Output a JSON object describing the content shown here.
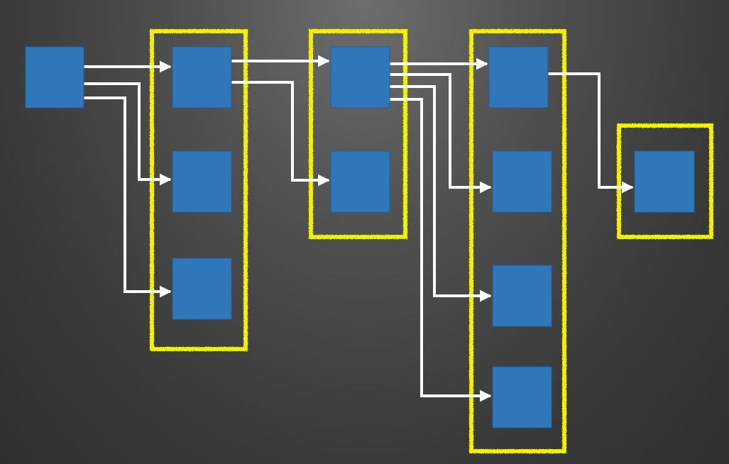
{
  "colors": {
    "node_fill": "#2f77b8",
    "node_stroke": "#1f5f98",
    "edge": "#ffffff",
    "group_highlight": "#f2f200"
  },
  "diagram": {
    "type": "dependency-graph",
    "nodes": [
      "root",
      "l1-a",
      "l1-b",
      "l1-c",
      "l2-a",
      "l2-b",
      "l3-a",
      "l3-b",
      "l3-c",
      "l3-d",
      "l4-a"
    ],
    "groups": [
      {
        "name": "level-1-group",
        "nodes": [
          "l1-a",
          "l1-b",
          "l1-c"
        ]
      },
      {
        "name": "level-2-group",
        "nodes": [
          "l2-a",
          "l2-b"
        ]
      },
      {
        "name": "level-3-group",
        "nodes": [
          "l3-a",
          "l3-b",
          "l3-c",
          "l3-d"
        ]
      },
      {
        "name": "level-4-group",
        "nodes": [
          "l4-a"
        ]
      }
    ],
    "edges": [
      {
        "from": "root",
        "to": "l1-a"
      },
      {
        "from": "root",
        "to": "l1-b"
      },
      {
        "from": "root",
        "to": "l1-c"
      },
      {
        "from": "l1-a",
        "to": "l2-a"
      },
      {
        "from": "l1-a",
        "to": "l2-b"
      },
      {
        "from": "l2-a",
        "to": "l3-a"
      },
      {
        "from": "l2-a",
        "to": "l3-b"
      },
      {
        "from": "l2-a",
        "to": "l3-c"
      },
      {
        "from": "l2-a",
        "to": "l3-d"
      },
      {
        "from": "l3-a",
        "to": "l4-a"
      }
    ]
  }
}
